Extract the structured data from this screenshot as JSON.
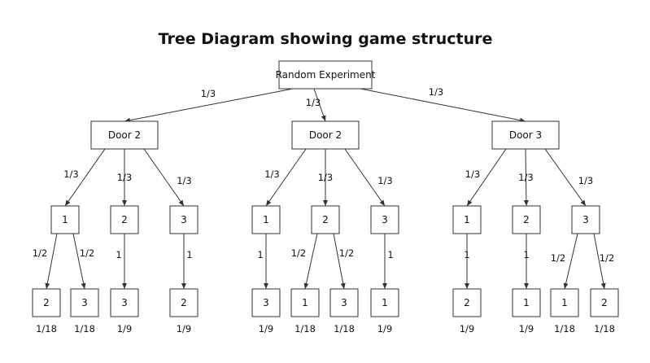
{
  "title": "Tree Diagram showing game structure",
  "root": {
    "label": "Random Experiment"
  },
  "doors": [
    {
      "label": "Door 2",
      "prob": "1/3",
      "children": [
        {
          "label": "1",
          "prob": "1/3",
          "children": [
            {
              "label": "2",
              "prob": "1/2",
              "result": "1/18"
            },
            {
              "label": "3",
              "prob": "1/2",
              "result": "1/18"
            }
          ]
        },
        {
          "label": "2",
          "prob": "1/3",
          "children": [
            {
              "label": "3",
              "prob": "1",
              "result": "1/9"
            }
          ]
        },
        {
          "label": "3",
          "prob": "1/3",
          "children": [
            {
              "label": "2",
              "prob": "1",
              "result": "1/9"
            }
          ]
        }
      ]
    },
    {
      "label": "Door 2",
      "prob": "1/3",
      "children": [
        {
          "label": "1",
          "prob": "1/3",
          "children": [
            {
              "label": "3",
              "prob": "1",
              "result": "1/9"
            }
          ]
        },
        {
          "label": "2",
          "prob": "1/3",
          "children": [
            {
              "label": "1",
              "prob": "1/2",
              "result": "1/18"
            },
            {
              "label": "3",
              "prob": "1/2",
              "result": "1/18"
            }
          ]
        },
        {
          "label": "3",
          "prob": "1/3",
          "children": [
            {
              "label": "1",
              "prob": "1",
              "result": "1/9"
            }
          ]
        }
      ]
    },
    {
      "label": "Door 3",
      "prob": "1/3",
      "children": [
        {
          "label": "1",
          "prob": "1/3",
          "children": [
            {
              "label": "2",
              "prob": "1",
              "result": "1/9"
            }
          ]
        },
        {
          "label": "2",
          "prob": "1/3",
          "children": [
            {
              "label": "1",
              "prob": "1",
              "result": "1/9"
            }
          ]
        },
        {
          "label": "3",
          "prob": "1/3",
          "children": [
            {
              "label": "1",
              "prob": "1/2",
              "result": "1/18"
            },
            {
              "label": "2",
              "prob": "1/2",
              "result": "1/18"
            }
          ]
        }
      ]
    }
  ]
}
